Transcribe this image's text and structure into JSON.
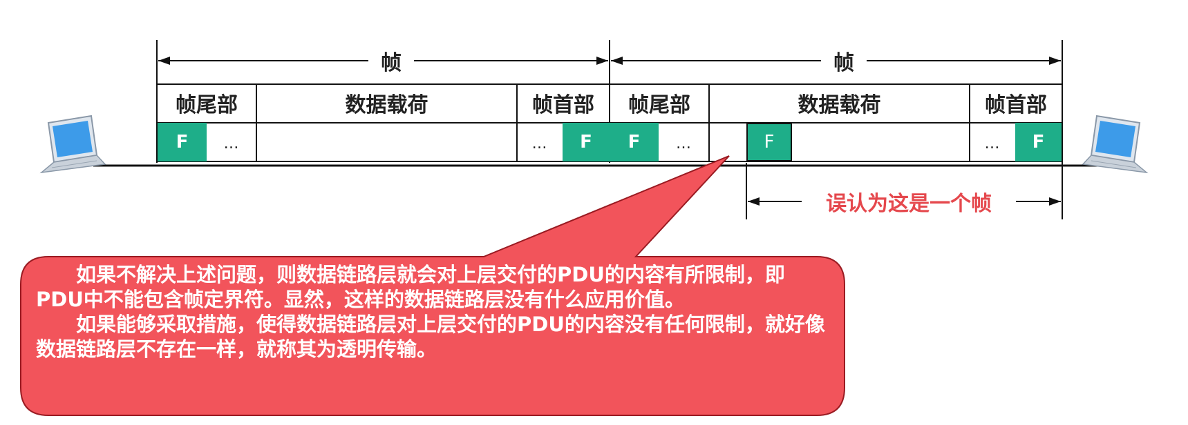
{
  "frame_label": "帧",
  "fields": {
    "trailer": "帧尾部",
    "payload": "数据载荷",
    "header": "帧首部"
  },
  "flag": "F",
  "ellipsis": "…",
  "misread_label": "误认为这是一个帧",
  "callout": {
    "paragraph1": "如果不解决上述问题，则数据链路层就会对上层交付的PDU的内容有所限制，即PDU中不能包含帧定界符。显然，这样的数据链路层没有什么应用价值。",
    "paragraph2": "如果能够采取措施，使得数据链路层对上层交付的PDU的内容没有任何限制，就好像数据链路层不存在一样，就称其为透明传输。"
  },
  "colors": {
    "flag_green": "#1eae89",
    "callout_red": "#f2545b",
    "accent_red": "#e5484d"
  },
  "icons": [
    "laptop-left-icon",
    "laptop-right-icon"
  ]
}
